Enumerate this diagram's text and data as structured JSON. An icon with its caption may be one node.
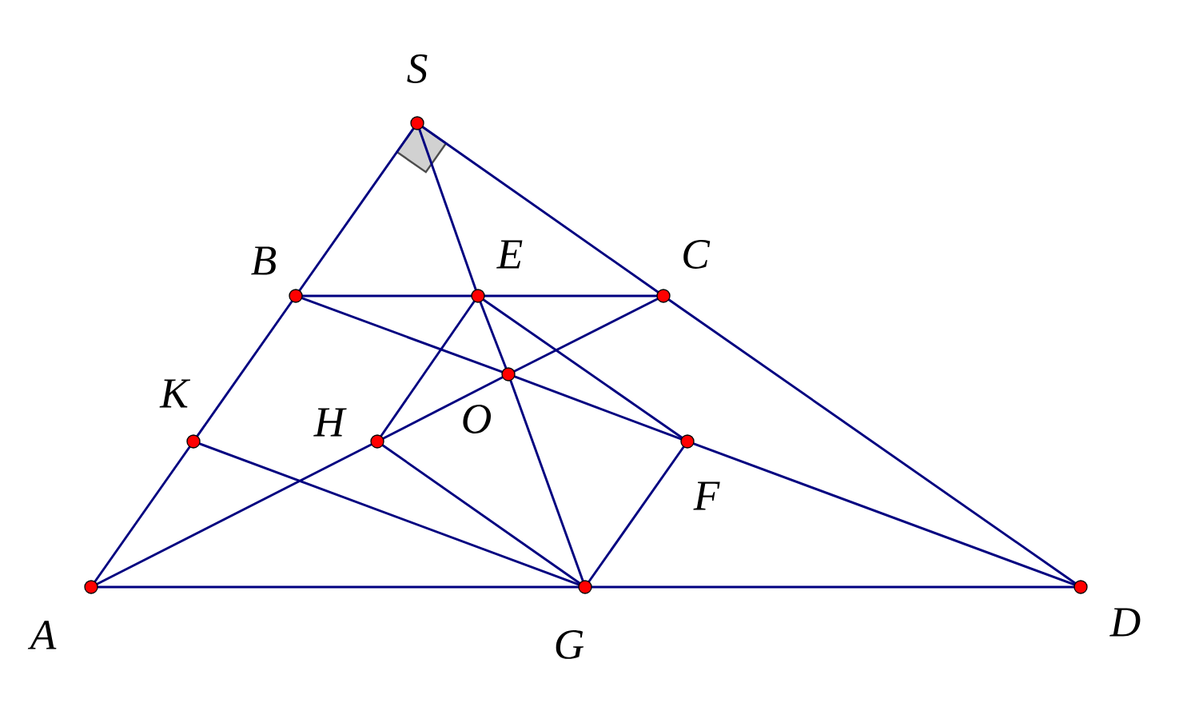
{
  "diagram": {
    "nodes": [
      {
        "text": [],
        "shape": "circle",
        "beside": [
          "S"
        ]
      },
      {
        "text": [],
        "shape": "circle",
        "beside": [
          "B"
        ]
      },
      {
        "text": [],
        "shape": "circle",
        "beside": [
          "E"
        ]
      },
      {
        "text": [],
        "shape": "circle",
        "beside": [
          "C"
        ]
      },
      {
        "text": [],
        "shape": "circle",
        "beside": [
          "K"
        ]
      },
      {
        "text": [],
        "shape": "circle",
        "beside": [
          "H"
        ]
      },
      {
        "text": [],
        "shape": "circle",
        "beside": [
          "O"
        ]
      },
      {
        "text": [],
        "shape": "circle",
        "beside": [
          "F"
        ]
      },
      {
        "text": [],
        "shape": "circle",
        "beside": [
          "A"
        ]
      },
      {
        "text": [],
        "shape": "circle",
        "beside": [
          "G"
        ]
      },
      {
        "text": [],
        "shape": "circle",
        "beside": [
          "D"
        ]
      }
    ],
    "edges": [
      {
        "from": 0,
        "to": 1,
        "arrow": "none"
      },
      {
        "from": 1,
        "to": 4,
        "arrow": "none"
      },
      {
        "from": 4,
        "to": 8,
        "arrow": "none"
      },
      {
        "from": 0,
        "to": 3,
        "arrow": "none"
      },
      {
        "from": 3,
        "to": 10,
        "arrow": "none"
      },
      {
        "from": 0,
        "to": 2,
        "arrow": "none"
      },
      {
        "from": 2,
        "to": 6,
        "arrow": "none"
      },
      {
        "from": 6,
        "to": 9,
        "arrow": "none"
      },
      {
        "from": 1,
        "to": 2,
        "arrow": "none"
      },
      {
        "from": 2,
        "to": 3,
        "arrow": "none"
      },
      {
        "from": 8,
        "to": 9,
        "arrow": "none"
      },
      {
        "from": 9,
        "to": 10,
        "arrow": "none"
      },
      {
        "from": 1,
        "to": 6,
        "arrow": "none"
      },
      {
        "from": 6,
        "to": 7,
        "arrow": "none"
      },
      {
        "from": 7,
        "to": 10,
        "arrow": "none"
      },
      {
        "from": 8,
        "to": 5,
        "arrow": "none"
      },
      {
        "from": 5,
        "to": 6,
        "arrow": "none"
      },
      {
        "from": 6,
        "to": 3,
        "arrow": "none"
      },
      {
        "from": 4,
        "to": 9,
        "arrow": "none"
      },
      {
        "from": 2,
        "to": 5,
        "arrow": "none"
      },
      {
        "from": 5,
        "to": 9,
        "arrow": "none"
      },
      {
        "from": 2,
        "to": 7,
        "arrow": "none"
      },
      {
        "from": 7,
        "to": 9,
        "arrow": "none"
      }
    ]
  }
}
